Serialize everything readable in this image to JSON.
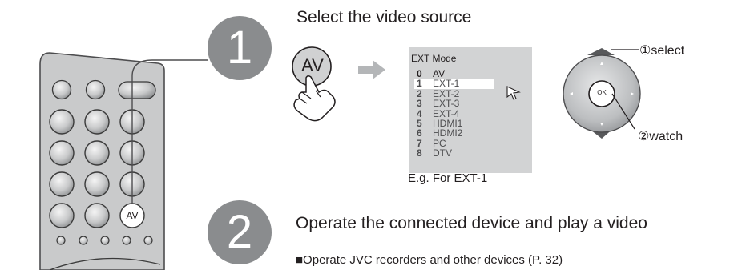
{
  "step1": {
    "number": "1",
    "title": "Select the video source",
    "av_button_label": "AV"
  },
  "remote": {
    "av_button_label": "AV"
  },
  "menu": {
    "title": "EXT Mode",
    "items": [
      {
        "num": "0",
        "label": "AV"
      },
      {
        "num": "1",
        "label": "EXT-1"
      },
      {
        "num": "2",
        "label": "EXT-2"
      },
      {
        "num": "3",
        "label": "EXT-3"
      },
      {
        "num": "4",
        "label": "EXT-4"
      },
      {
        "num": "5",
        "label": "HDMI1"
      },
      {
        "num": "6",
        "label": "HDMI2"
      },
      {
        "num": "7",
        "label": "PC"
      },
      {
        "num": "8",
        "label": "DTV"
      }
    ],
    "selected_index": 1,
    "caption": "E.g. For EXT-1"
  },
  "dpad": {
    "ok_label": "OK",
    "select_label": "①select",
    "watch_label": "②watch"
  },
  "step2": {
    "number": "2",
    "title": "Operate the connected device and play a video",
    "note": "■Operate JVC recorders and other devices (P. 32)"
  },
  "colors": {
    "step_circle": "#8a8c8e",
    "menu_bg": "#d2d3d4",
    "arrow": "#b4b6b8",
    "text": "#231f20"
  }
}
